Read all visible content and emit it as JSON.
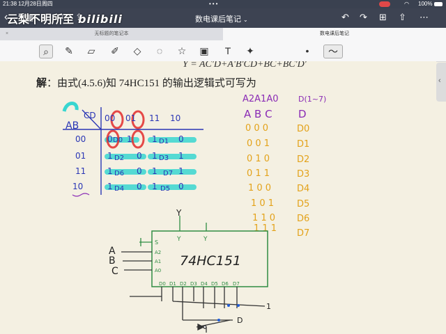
{
  "status_bar": {
    "time": "21:38",
    "date": "12月28日周四",
    "battery": "100%"
  },
  "watermark": {
    "channel": "云梨不明所至",
    "brand": "bilibili"
  },
  "title_bar": {
    "document_title": "数电课后笔记",
    "chevron": "⌄"
  },
  "tabs": [
    {
      "label": "无标题的笔记本",
      "active": false
    },
    {
      "label": "数电课后笔记",
      "active": true
    }
  ],
  "page": {
    "equation": "Y = AC'D+A'B'CD+BC+BC'D'",
    "solution_label": "解",
    "solution_text": "：由式(4.5.6)知 74HC151 的输出逻辑式可写为"
  },
  "kmap": {
    "corner_row_label": "AB",
    "corner_col_label": "CD",
    "col_headers": [
      "00",
      "01",
      "11",
      "10"
    ],
    "row_headers": [
      "00",
      "01",
      "11",
      "10"
    ],
    "cells": [
      [
        "0",
        "1",
        "1",
        "0"
      ],
      [
        "1",
        "0",
        "1",
        "1"
      ],
      [
        "1",
        "0",
        "1",
        "1"
      ],
      [
        "1",
        "0",
        "1",
        "0"
      ]
    ],
    "d_labels": [
      [
        "D0",
        "D1"
      ],
      [
        "D2",
        "D3"
      ],
      [
        "D6",
        "D7"
      ],
      [
        "D4",
        "D5"
      ]
    ]
  },
  "truth_table": {
    "header_sel": "A2A1A0",
    "header_out": "D(1~7)",
    "sub_header_sel": "A B C",
    "sub_header_out": "D",
    "rows": [
      {
        "bits": "0 0 0",
        "d": "D0"
      },
      {
        "bits": "0 0 1",
        "d": "D1"
      },
      {
        "bits": "0 1 0",
        "d": "D2"
      },
      {
        "bits": "0 1 1",
        "d": "D3"
      },
      {
        "bits": "1 0 0",
        "d": "D4"
      },
      {
        "bits": "1 0 1",
        "d": "D5"
      },
      {
        "bits": "1 1 0",
        "d": "D6"
      },
      {
        "bits": "1 1 1",
        "d": "D7"
      }
    ]
  },
  "circuit": {
    "chip_label": "74HC151",
    "out_Y": "Y",
    "out_Y1": "Y",
    "out_Yb": "Y",
    "pin_S": "S",
    "sel_pins": [
      "A2",
      "A1",
      "A0"
    ],
    "inputs": [
      "A",
      "B",
      "C"
    ],
    "data_pins": [
      "D0",
      "D1",
      "D2",
      "D3",
      "D4",
      "D5",
      "D6",
      "D7"
    ],
    "one_label": "1",
    "d_label": "D"
  },
  "colors": {
    "kmap_ink": "#2a36b5",
    "truth_ink": "#e3a21a",
    "header_ink": "#8a2bb5",
    "highlight": "#38d6d0",
    "circle": "#e22b2b"
  }
}
